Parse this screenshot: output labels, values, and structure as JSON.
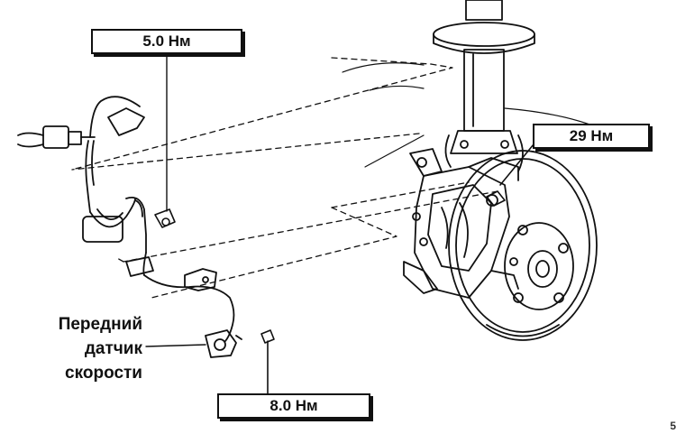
{
  "callouts": {
    "top_torque": "5.0 Нм",
    "right_torque": "29 Нм",
    "bottom_torque": "8.0 Нм"
  },
  "sensor_label": {
    "line1": "Передний",
    "line2": "датчик",
    "line3": "скорости"
  },
  "page_mark": "5",
  "colors": {
    "ink": "#111111",
    "background": "#ffffff"
  }
}
